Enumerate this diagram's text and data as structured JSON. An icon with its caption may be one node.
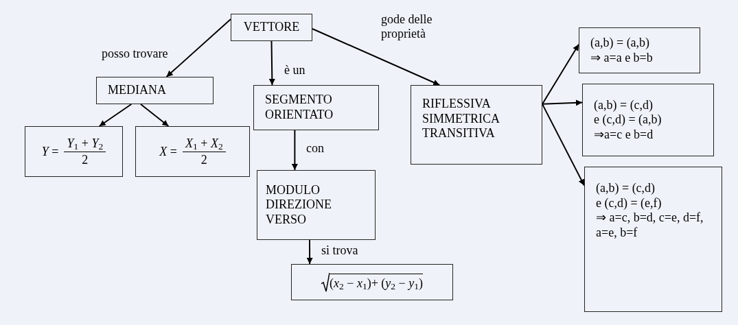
{
  "diagram": {
    "nodes": [
      {
        "text": [
          "VETTORE"
        ]
      },
      {
        "text": [
          "MEDIANA"
        ]
      },
      {
        "text": [
          "*Y* =",
          "*Y*$_{1}$ + *Y*$_{2}$",
          "2"
        ]
      },
      {
        "text": [
          "*X* =",
          "*X*$_{1}$ + *X*$_{2}$",
          "2"
        ]
      },
      {
        "text": [
          "SEGMENTO ORIENTATO"
        ]
      },
      {
        "text": [
          "MODULO",
          "DIREZIONE",
          "VERSO"
        ]
      },
      {
        "text": [
          "(*x*$_{2}$ − *x*$_{1}$)+ (*y*$_{2}$ − *y*$_{1}$)"
        ]
      },
      {
        "text": [
          "RIFLESSIVA",
          "SIMMETRICA",
          "TRANSITIVA"
        ]
      },
      {
        "text": [
          "(a,b) = (a,b)",
          "⇒ a=a e b=b"
        ]
      },
      {
        "text": [
          "(a,b) = (c,d)",
          "e (c,d) = (a,b)",
          "⇒a=c e b=d"
        ]
      },
      {
        "text": [
          "(a,b) = (c,d)",
          "e (c,d) = (e,f)",
          "⇒ a=c, b=d, c=e, d=f, a=e, b=f"
        ]
      }
    ],
    "edges": [
      {
        "from": 0,
        "to": 1,
        "arrow": "to",
        "label": "posso trovare"
      },
      {
        "from": 0,
        "to": 4,
        "arrow": "to",
        "label": "è un"
      },
      {
        "from": 0,
        "to": 7,
        "arrow": "to",
        "label": "gode delle proprietà"
      },
      {
        "from": 1,
        "to": 2,
        "arrow": "to"
      },
      {
        "from": 1,
        "to": 3,
        "arrow": "to"
      },
      {
        "from": 4,
        "to": 5,
        "arrow": "to",
        "label": "con"
      },
      {
        "from": 5,
        "to": 6,
        "arrow": "to",
        "label": "si trova"
      },
      {
        "from": 7,
        "to": 8,
        "arrow": "to"
      },
      {
        "from": 7,
        "to": 9,
        "arrow": "to"
      },
      {
        "from": 7,
        "to": 10,
        "arrow": "to"
      }
    ]
  }
}
